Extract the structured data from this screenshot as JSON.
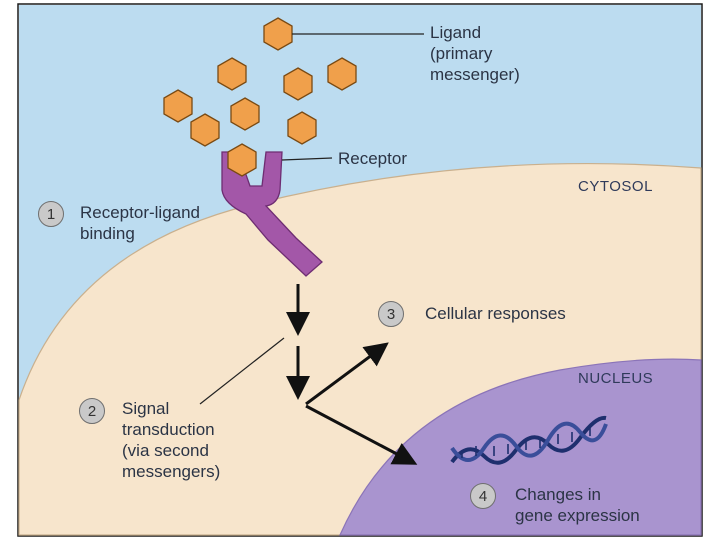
{
  "labels": {
    "ligand": "Ligand\n(primary\nmessenger)",
    "receptor": "Receptor",
    "cytosol": "CYTOSOL",
    "nucleus": "NUCLEUS",
    "step1": "Receptor-ligand\nbinding",
    "step2": "Signal\ntransduction\n(via second\nmessengers)",
    "step3": "Cellular responses",
    "step4": "Changes in\ngene expression"
  },
  "steps": {
    "s1": "1",
    "s2": "2",
    "s3": "3",
    "s4": "4"
  },
  "colors": {
    "extracellular": "#bcdcf0",
    "cytosol": "#f7e5cc",
    "nucleus": "#a994cf",
    "ligand": "#f0a04b",
    "receptor": "#a357a8",
    "dna": "#1e2f6e"
  }
}
